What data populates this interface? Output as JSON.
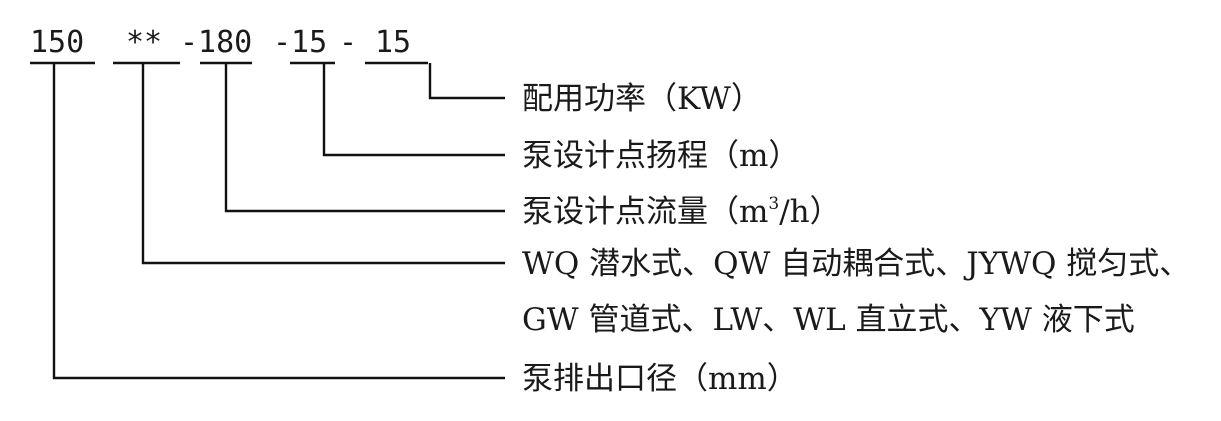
{
  "model_code": {
    "segments": [
      "150",
      "**",
      "-180",
      "-15",
      "-",
      "15"
    ]
  },
  "labels": {
    "power": "配用功率（KW）",
    "head": "泵设计点扬程（m）",
    "flow_prefix": "泵设计点流量（m",
    "flow_sup": "3",
    "flow_suffix": "/h）",
    "type_line1": "WQ 潜水式、QW 自动耦合式、JYWQ 搅匀式、",
    "type_line2": "GW 管道式、LW、WL 直立式、YW  液下式",
    "outlet": "泵排出口径（mm）"
  }
}
